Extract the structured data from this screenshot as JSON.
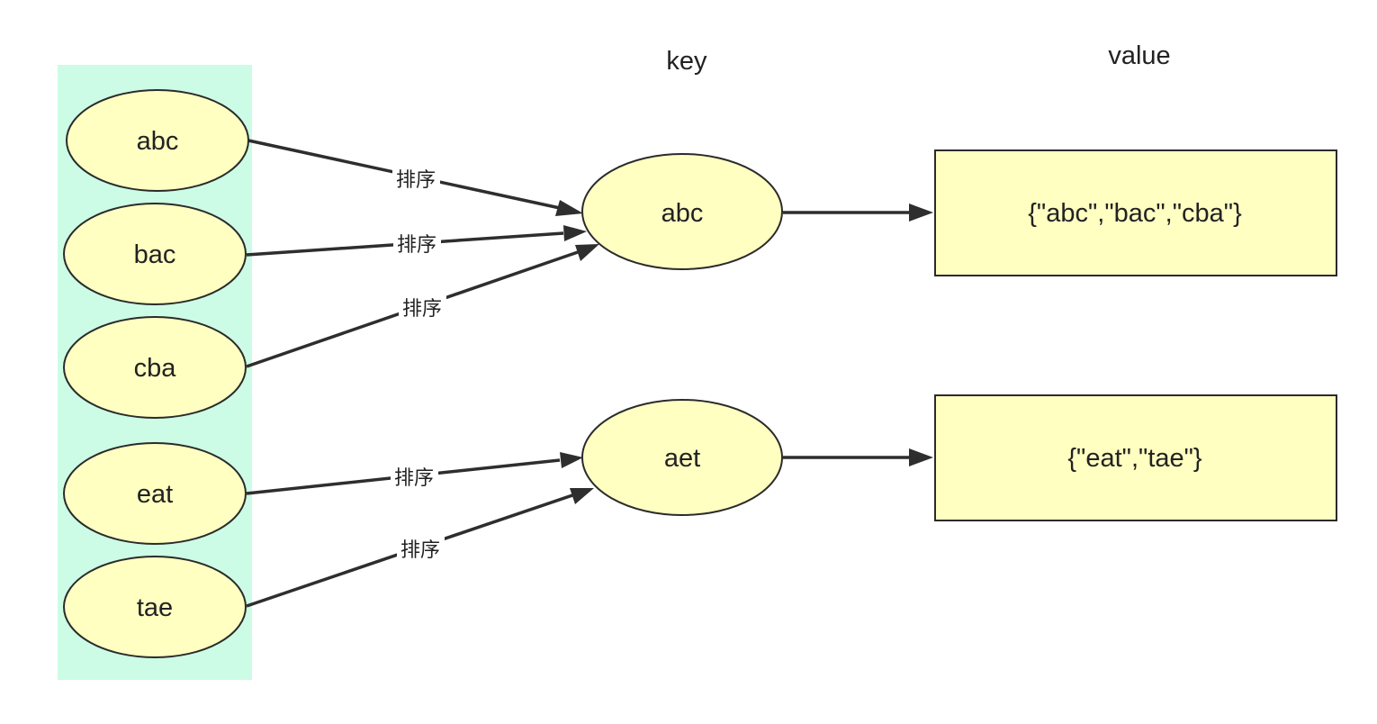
{
  "headers": {
    "key": "key",
    "value": "value"
  },
  "inputs": [
    "abc",
    "bac",
    "cba",
    "eat",
    "tae"
  ],
  "keys": [
    "abc",
    "aet"
  ],
  "values": [
    "{\"abc\",\"bac\",\"cba\"}",
    "{\"eat\",\"tae\"}"
  ],
  "edge_label": "排序",
  "colors": {
    "input_panel": "#ccfce6",
    "node_fill": "#ffffc2",
    "stroke": "#2b2b2b"
  }
}
